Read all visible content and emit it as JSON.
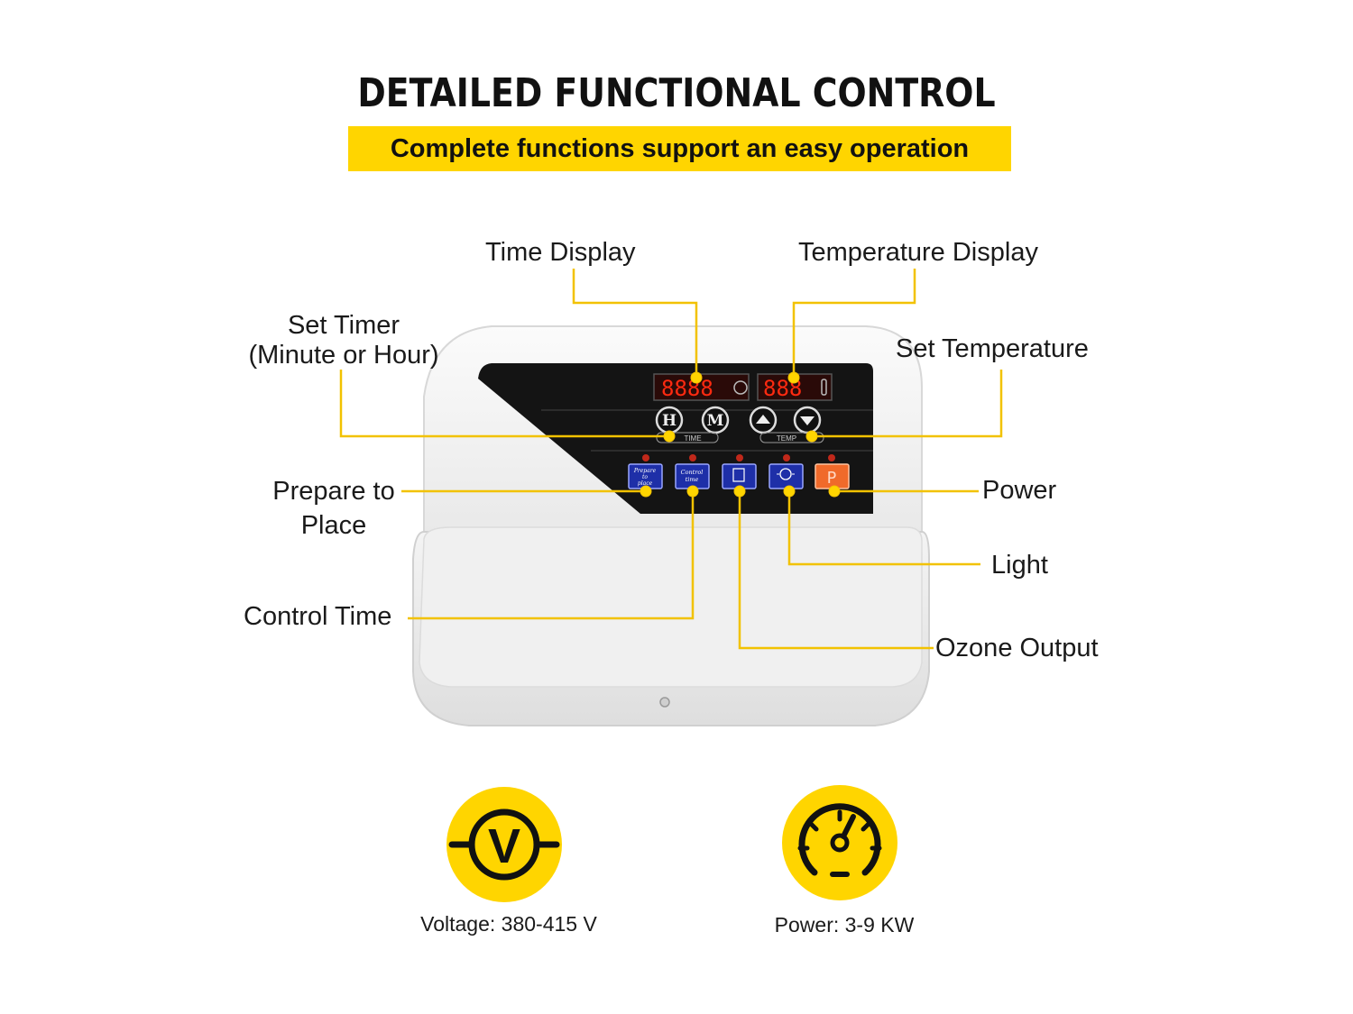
{
  "title": "DETAILED FUNCTIONAL CONTROL",
  "subtitle": "Complete functions support an easy operation",
  "labels": {
    "time_display": "Time Display",
    "temperature_display": "Temperature Display",
    "set_timer_line1": "Set Timer",
    "set_timer_line2": "(Minute or Hour)",
    "set_temperature": "Set Temperature",
    "prepare_line1": "Prepare to",
    "prepare_line2": "Place",
    "power": "Power",
    "light": "Light",
    "control_time": "Control Time",
    "ozone_output": "Ozone Output"
  },
  "panel": {
    "time_group": "TIME",
    "temp_group": "TEMP",
    "btn_h": "H",
    "btn_m": "M",
    "btn_prepare": "Prepare to place",
    "btn_control": "Control time",
    "btn_power": "P"
  },
  "specs": {
    "voltage": "Voltage: 380-415 V",
    "power": "Power: 3-9 KW",
    "voltage_symbol": "V"
  },
  "colors": {
    "accent": "#FFD500",
    "leader": "#F2C200",
    "display_red": "#FF2A10",
    "panel_black": "#141414",
    "button_blue": "#1E2FA8",
    "button_orange": "#F06A2A"
  },
  "icons": [
    "voltmeter-icon",
    "gauge-icon"
  ]
}
